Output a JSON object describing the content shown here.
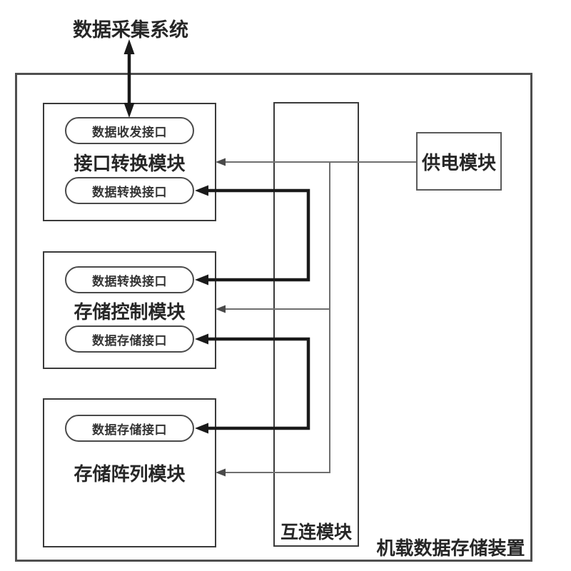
{
  "diagram": {
    "external_system": {
      "label": "数据采集系统"
    },
    "outer_box_label": "机载数据存储装置",
    "modules": [
      {
        "id": "interface-conversion",
        "label": "接口转换模块",
        "ports": [
          "数据收发接口",
          "数据转换接口"
        ]
      },
      {
        "id": "storage-control",
        "label": "存储控制模块",
        "ports": [
          "数据转换接口",
          "数据存储接口"
        ]
      },
      {
        "id": "storage-array",
        "label": "存储阵列模块",
        "ports": [
          "数据存储接口"
        ]
      },
      {
        "id": "interconnect",
        "label": "互连模块"
      },
      {
        "id": "power",
        "label": "供电模块"
      }
    ],
    "connections": [
      {
        "from": "数据采集系统",
        "to": "数据收发接口 (接口转换模块)",
        "style": "thick",
        "bidirectional": true
      },
      {
        "from": "数据转换接口 (接口转换模块)",
        "to": "数据转换接口 (存储控制模块)",
        "style": "thick",
        "via": "互连模块"
      },
      {
        "from": "数据存储接口 (存储控制模块)",
        "to": "数据存储接口 (存储阵列模块)",
        "style": "thick",
        "via": "互连模块"
      },
      {
        "from": "供电模块",
        "to": "接口转换模块",
        "style": "thin"
      },
      {
        "from": "供电模块",
        "to": "存储控制模块",
        "style": "thin"
      },
      {
        "from": "供电模块",
        "to": "存储阵列模块",
        "style": "thin"
      }
    ],
    "colors": {
      "thick_line": "#1a1a1a",
      "thin_line": "#6f6f6f",
      "box_border": "#3a3a3a",
      "text": "#262626"
    }
  }
}
